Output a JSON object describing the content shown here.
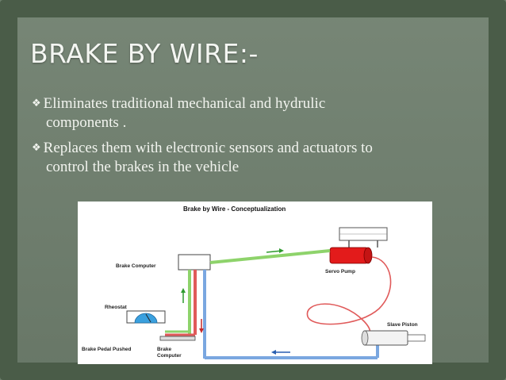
{
  "slide": {
    "title": "BRAKE BY WIRE:-",
    "bullets": [
      {
        "line1": "Eliminates traditional mechanical and hydrulic",
        "line2": "components ."
      },
      {
        "line1": "Replaces them with electronic sensors and actuators to",
        "line2": "control the brakes in the vehicle"
      }
    ],
    "bullet_icon": "diamond-cluster-icon"
  },
  "diagram": {
    "title": "Brake  by Wire - Conceptualization",
    "labels": {
      "brake_computer_top": "Brake Computer",
      "servo_pump": "Servo Pump",
      "rheostat": "Rheostat",
      "slave_piston": "Slave Piston",
      "brake_pedal_pushed": "Brake Pedal Pushed",
      "brake_computer_bottom_1": "Brake",
      "brake_computer_bottom_2": "Computer"
    },
    "colors": {
      "green_line": "#8ed36b",
      "blue_line": "#7aa7e0",
      "red_line": "#e05a5a",
      "servo": "#e31b1b",
      "rheostat_dome": "#3aa0de"
    }
  }
}
